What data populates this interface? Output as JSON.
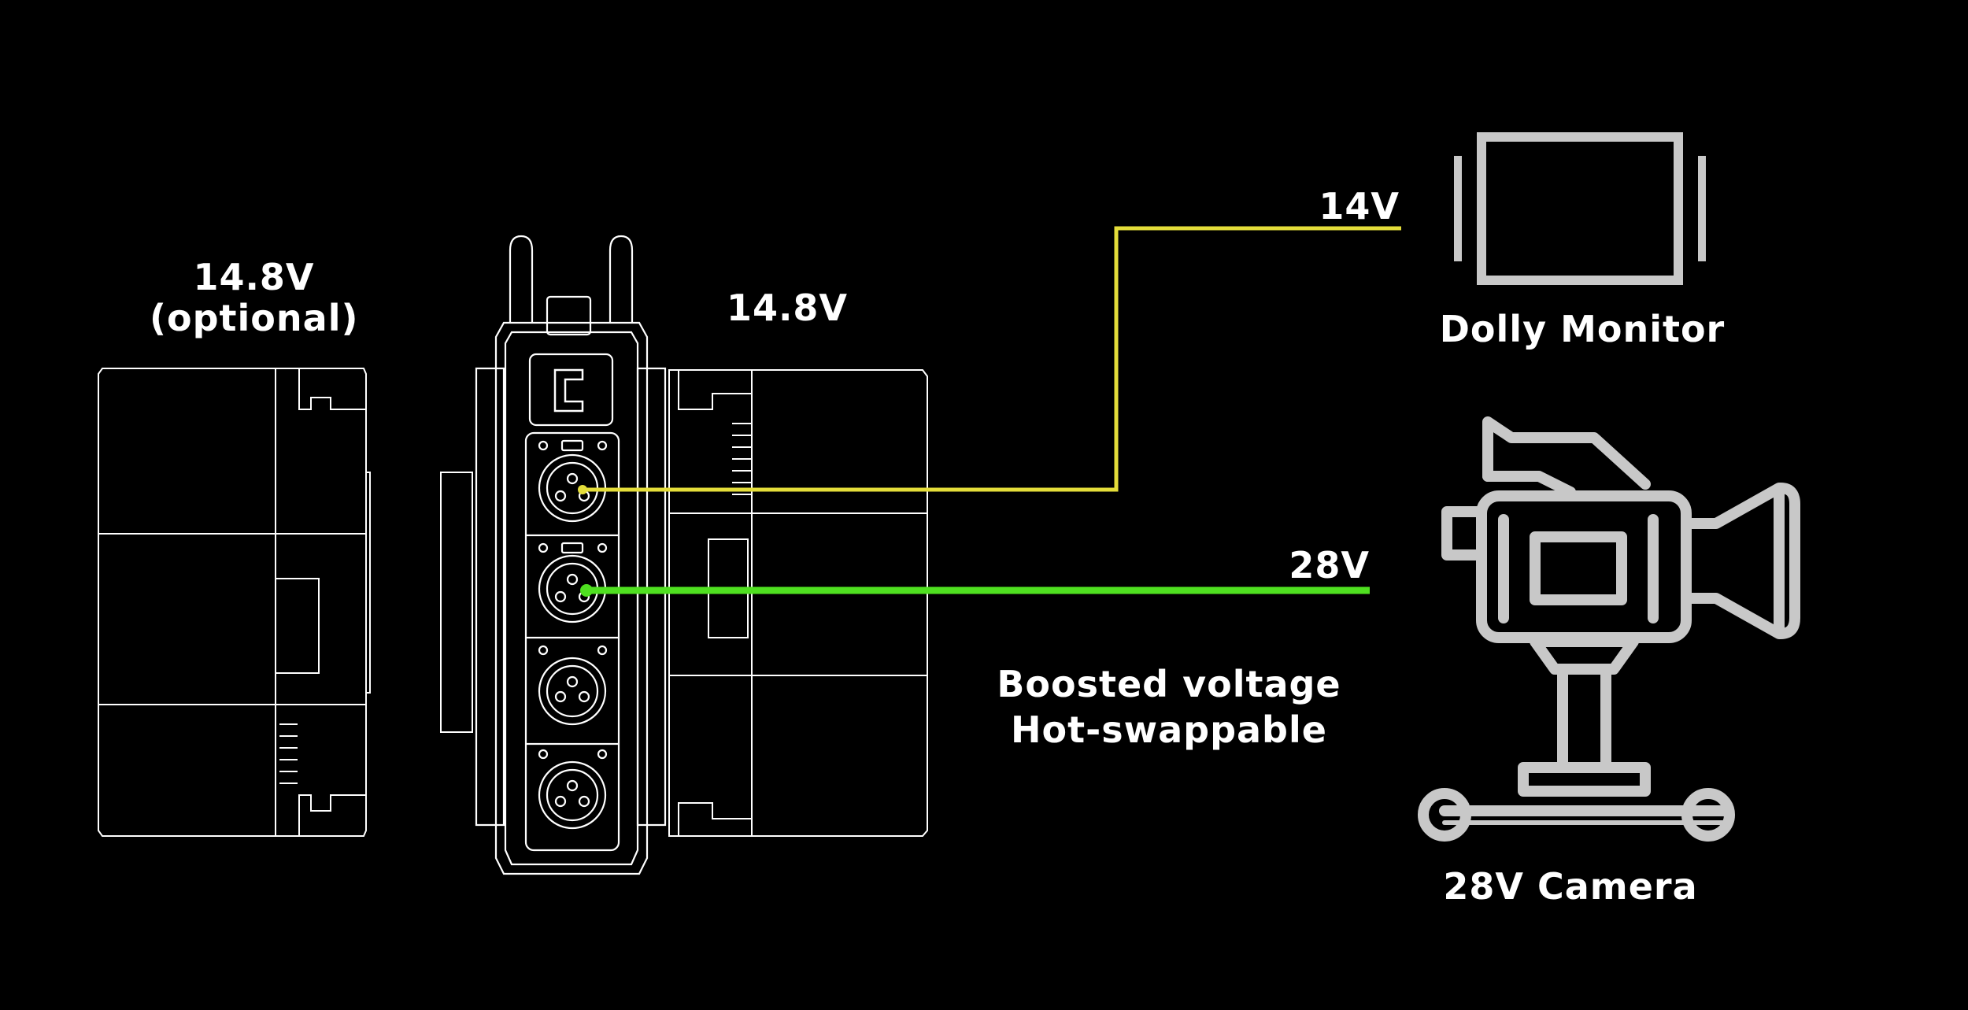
{
  "labels": {
    "left_battery_voltage": "14.8V",
    "left_battery_note": "(optional)",
    "right_battery_voltage": "14.8V",
    "monitor_line_voltage": "14V",
    "camera_line_voltage": "28V",
    "boosted_line1": "Boosted voltage",
    "boosted_line2": "Hot-swappable",
    "monitor_caption": "Dolly Monitor",
    "camera_caption": "28V Camera"
  },
  "colors": {
    "background": "#000000",
    "outline": "#ffffff",
    "monitor_cable": "#e4dd3a",
    "camera_cable": "#4fe020",
    "device_icon": "#c8c8c8"
  },
  "icons": {
    "monitor": "monitor-icon",
    "camera": "dolly-camera-icon",
    "battery": "v-mount-battery",
    "power_box": "power-distribution-box"
  }
}
